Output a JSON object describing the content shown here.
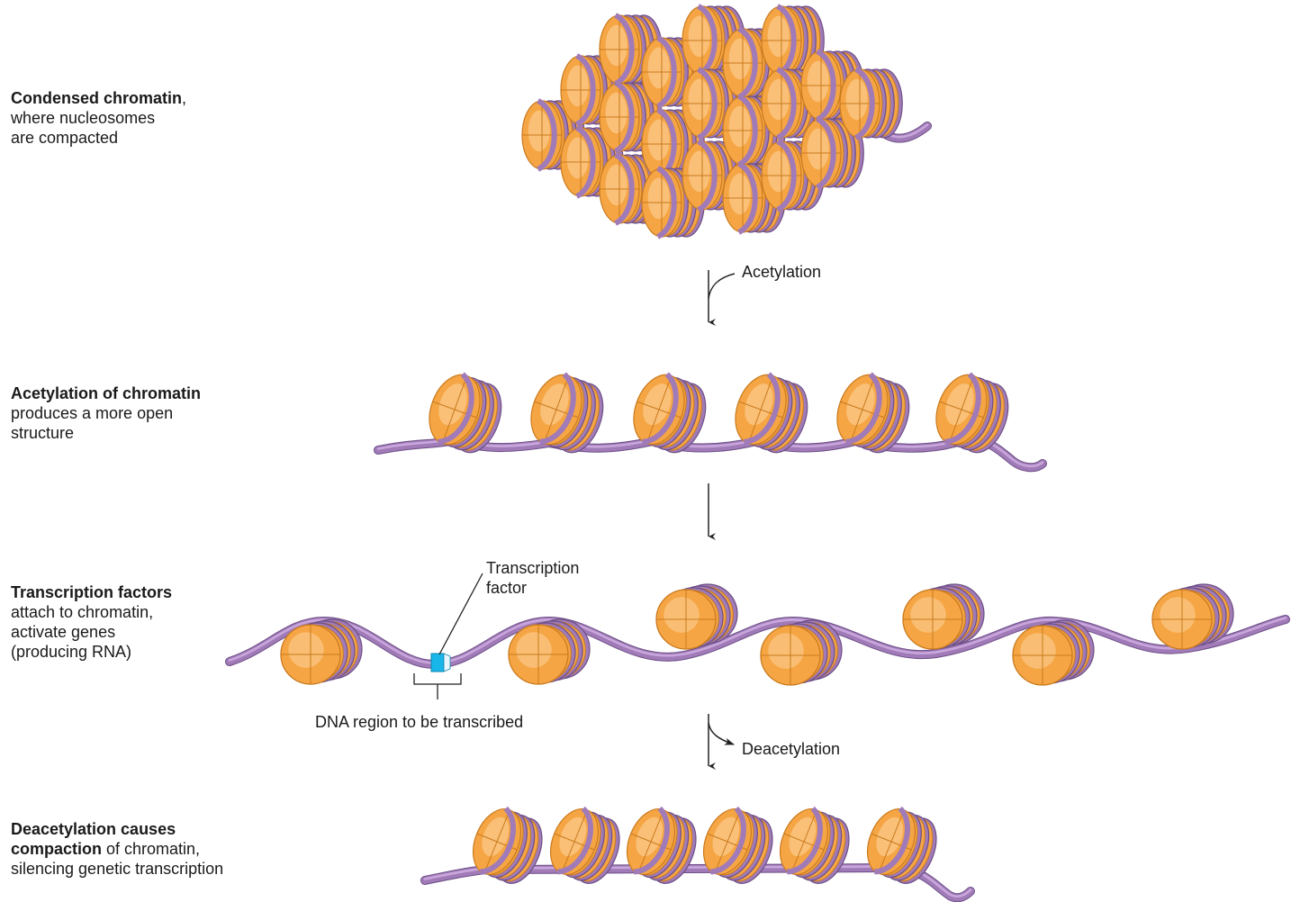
{
  "labels": {
    "condensed": {
      "bold": "Condensed chromatin",
      "rest": ",",
      "line2": "where nucleosomes",
      "line3": "are compacted"
    },
    "acetylation_of": {
      "bold": "Acetylation of chromatin",
      "line2": "produces a more open",
      "line3": "structure"
    },
    "tf_attach": {
      "bold": "Transcription factors",
      "line2": "attach to chromatin,",
      "line3": "activate genes",
      "line4": "(producing RNA)"
    },
    "deacetylation_causes": {
      "bold1": "Deacetylation causes",
      "bold2": "compaction",
      "rest2": " of chromatin,",
      "line3": "silencing genetic transcription"
    }
  },
  "process": {
    "step1": "Acetylation",
    "step3": "Deacetylation"
  },
  "annotations": {
    "tf_line1": "Transcription",
    "tf_line2": "factor",
    "dna_region": "DNA region to be transcribed"
  },
  "colors": {
    "dna": "#a07bb8",
    "dna_light": "#c9a6dc",
    "histone": "#f5a543",
    "histone_light": "#fdd7a4",
    "transcription_factor": "#19b6ea"
  }
}
